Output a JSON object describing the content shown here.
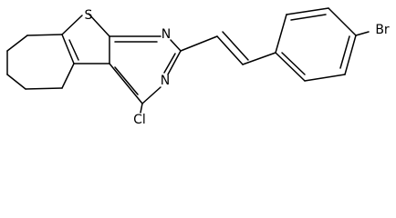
{
  "atoms": {
    "sulfur": "S",
    "nitrogen_upper": "N",
    "nitrogen_lower": "N",
    "chlorine": "Cl",
    "bromine": "Br"
  }
}
